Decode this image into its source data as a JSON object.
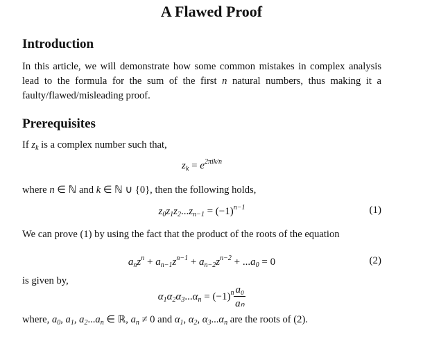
{
  "title": "A Flawed Proof",
  "sections": [
    {
      "heading": "Introduction"
    },
    {
      "heading": "Prerequisites"
    }
  ],
  "intro": [
    {
      "t": "In this article, we will demonstrate how some common mistakes in complex analysis lead to the formula for the sum of the first "
    },
    {
      "m": "n"
    },
    {
      "t": " natural numbers, thus making it a faulty/flawed/misleading proof."
    }
  ],
  "pre1": [
    {
      "t": "If "
    },
    {
      "m": "z"
    },
    {
      "sub": "k"
    },
    {
      "t": " is a complex number such that,"
    }
  ],
  "eq0": [
    {
      "m": "z"
    },
    {
      "sub": "k"
    },
    {
      "t": " = "
    },
    {
      "m": "e"
    },
    {
      "sup": "2πik/n"
    }
  ],
  "pre2": [
    {
      "t": "where "
    },
    {
      "m": "n"
    },
    {
      "t": " ∈ ℕ and "
    },
    {
      "m": "k"
    },
    {
      "t": " ∈ ℕ ∪ {0}, then the following holds,"
    }
  ],
  "eq1": [
    {
      "m": "z"
    },
    {
      "sub": "0"
    },
    {
      "m": "z"
    },
    {
      "sub": "1"
    },
    {
      "m": "z"
    },
    {
      "sub": "2"
    },
    {
      "t": "..."
    },
    {
      "m": "z"
    },
    {
      "sub": "n−1"
    },
    {
      "t": " = (−1)"
    },
    {
      "sup": "n−1"
    }
  ],
  "eq1_num": "(1)",
  "pre3": [
    {
      "t": "We can prove (1) by using the fact that the product of the roots of the equation"
    }
  ],
  "eq2": [
    {
      "m": "a"
    },
    {
      "sub": "n"
    },
    {
      "m": "z"
    },
    {
      "sup": "n"
    },
    {
      "t": " + "
    },
    {
      "m": "a"
    },
    {
      "sub": "n−1"
    },
    {
      "m": "z"
    },
    {
      "sup": "n−1"
    },
    {
      "t": " + "
    },
    {
      "m": "a"
    },
    {
      "sub": "n−2"
    },
    {
      "m": "z"
    },
    {
      "sup": "n−2"
    },
    {
      "t": " + ..."
    },
    {
      "m": "a"
    },
    {
      "sub": "0"
    },
    {
      "t": " = 0"
    }
  ],
  "eq2_num": "(2)",
  "pre4": [
    {
      "t": "is given by,"
    }
  ],
  "eq3": [
    {
      "m": "α"
    },
    {
      "sub": "1"
    },
    {
      "m": "α"
    },
    {
      "sub": "2"
    },
    {
      "m": "α"
    },
    {
      "sub": "3"
    },
    {
      "t": "..."
    },
    {
      "m": "α"
    },
    {
      "sub": "n"
    },
    {
      "t": " = (−1)"
    },
    {
      "sup": "n"
    },
    {
      "frac": [
        "a₀",
        "aₙ"
      ]
    }
  ],
  "pre5": [
    {
      "t": "where, "
    },
    {
      "m": "a"
    },
    {
      "sub": "0"
    },
    {
      "t": ", "
    },
    {
      "m": "a"
    },
    {
      "sub": "1"
    },
    {
      "t": ", "
    },
    {
      "m": "a"
    },
    {
      "sub": "2"
    },
    {
      "t": "..."
    },
    {
      "m": "a"
    },
    {
      "sub": "n"
    },
    {
      "t": " ∈ ℝ, "
    },
    {
      "m": "a"
    },
    {
      "sub": "n"
    },
    {
      "t": " ≠ 0 and "
    },
    {
      "m": "α"
    },
    {
      "sub": "1"
    },
    {
      "t": ", "
    },
    {
      "m": "α"
    },
    {
      "sub": "2"
    },
    {
      "t": ", "
    },
    {
      "m": "α"
    },
    {
      "sub": "3"
    },
    {
      "t": "..."
    },
    {
      "m": "α"
    },
    {
      "sub": "n"
    },
    {
      "t": " are the roots of (2)."
    }
  ]
}
